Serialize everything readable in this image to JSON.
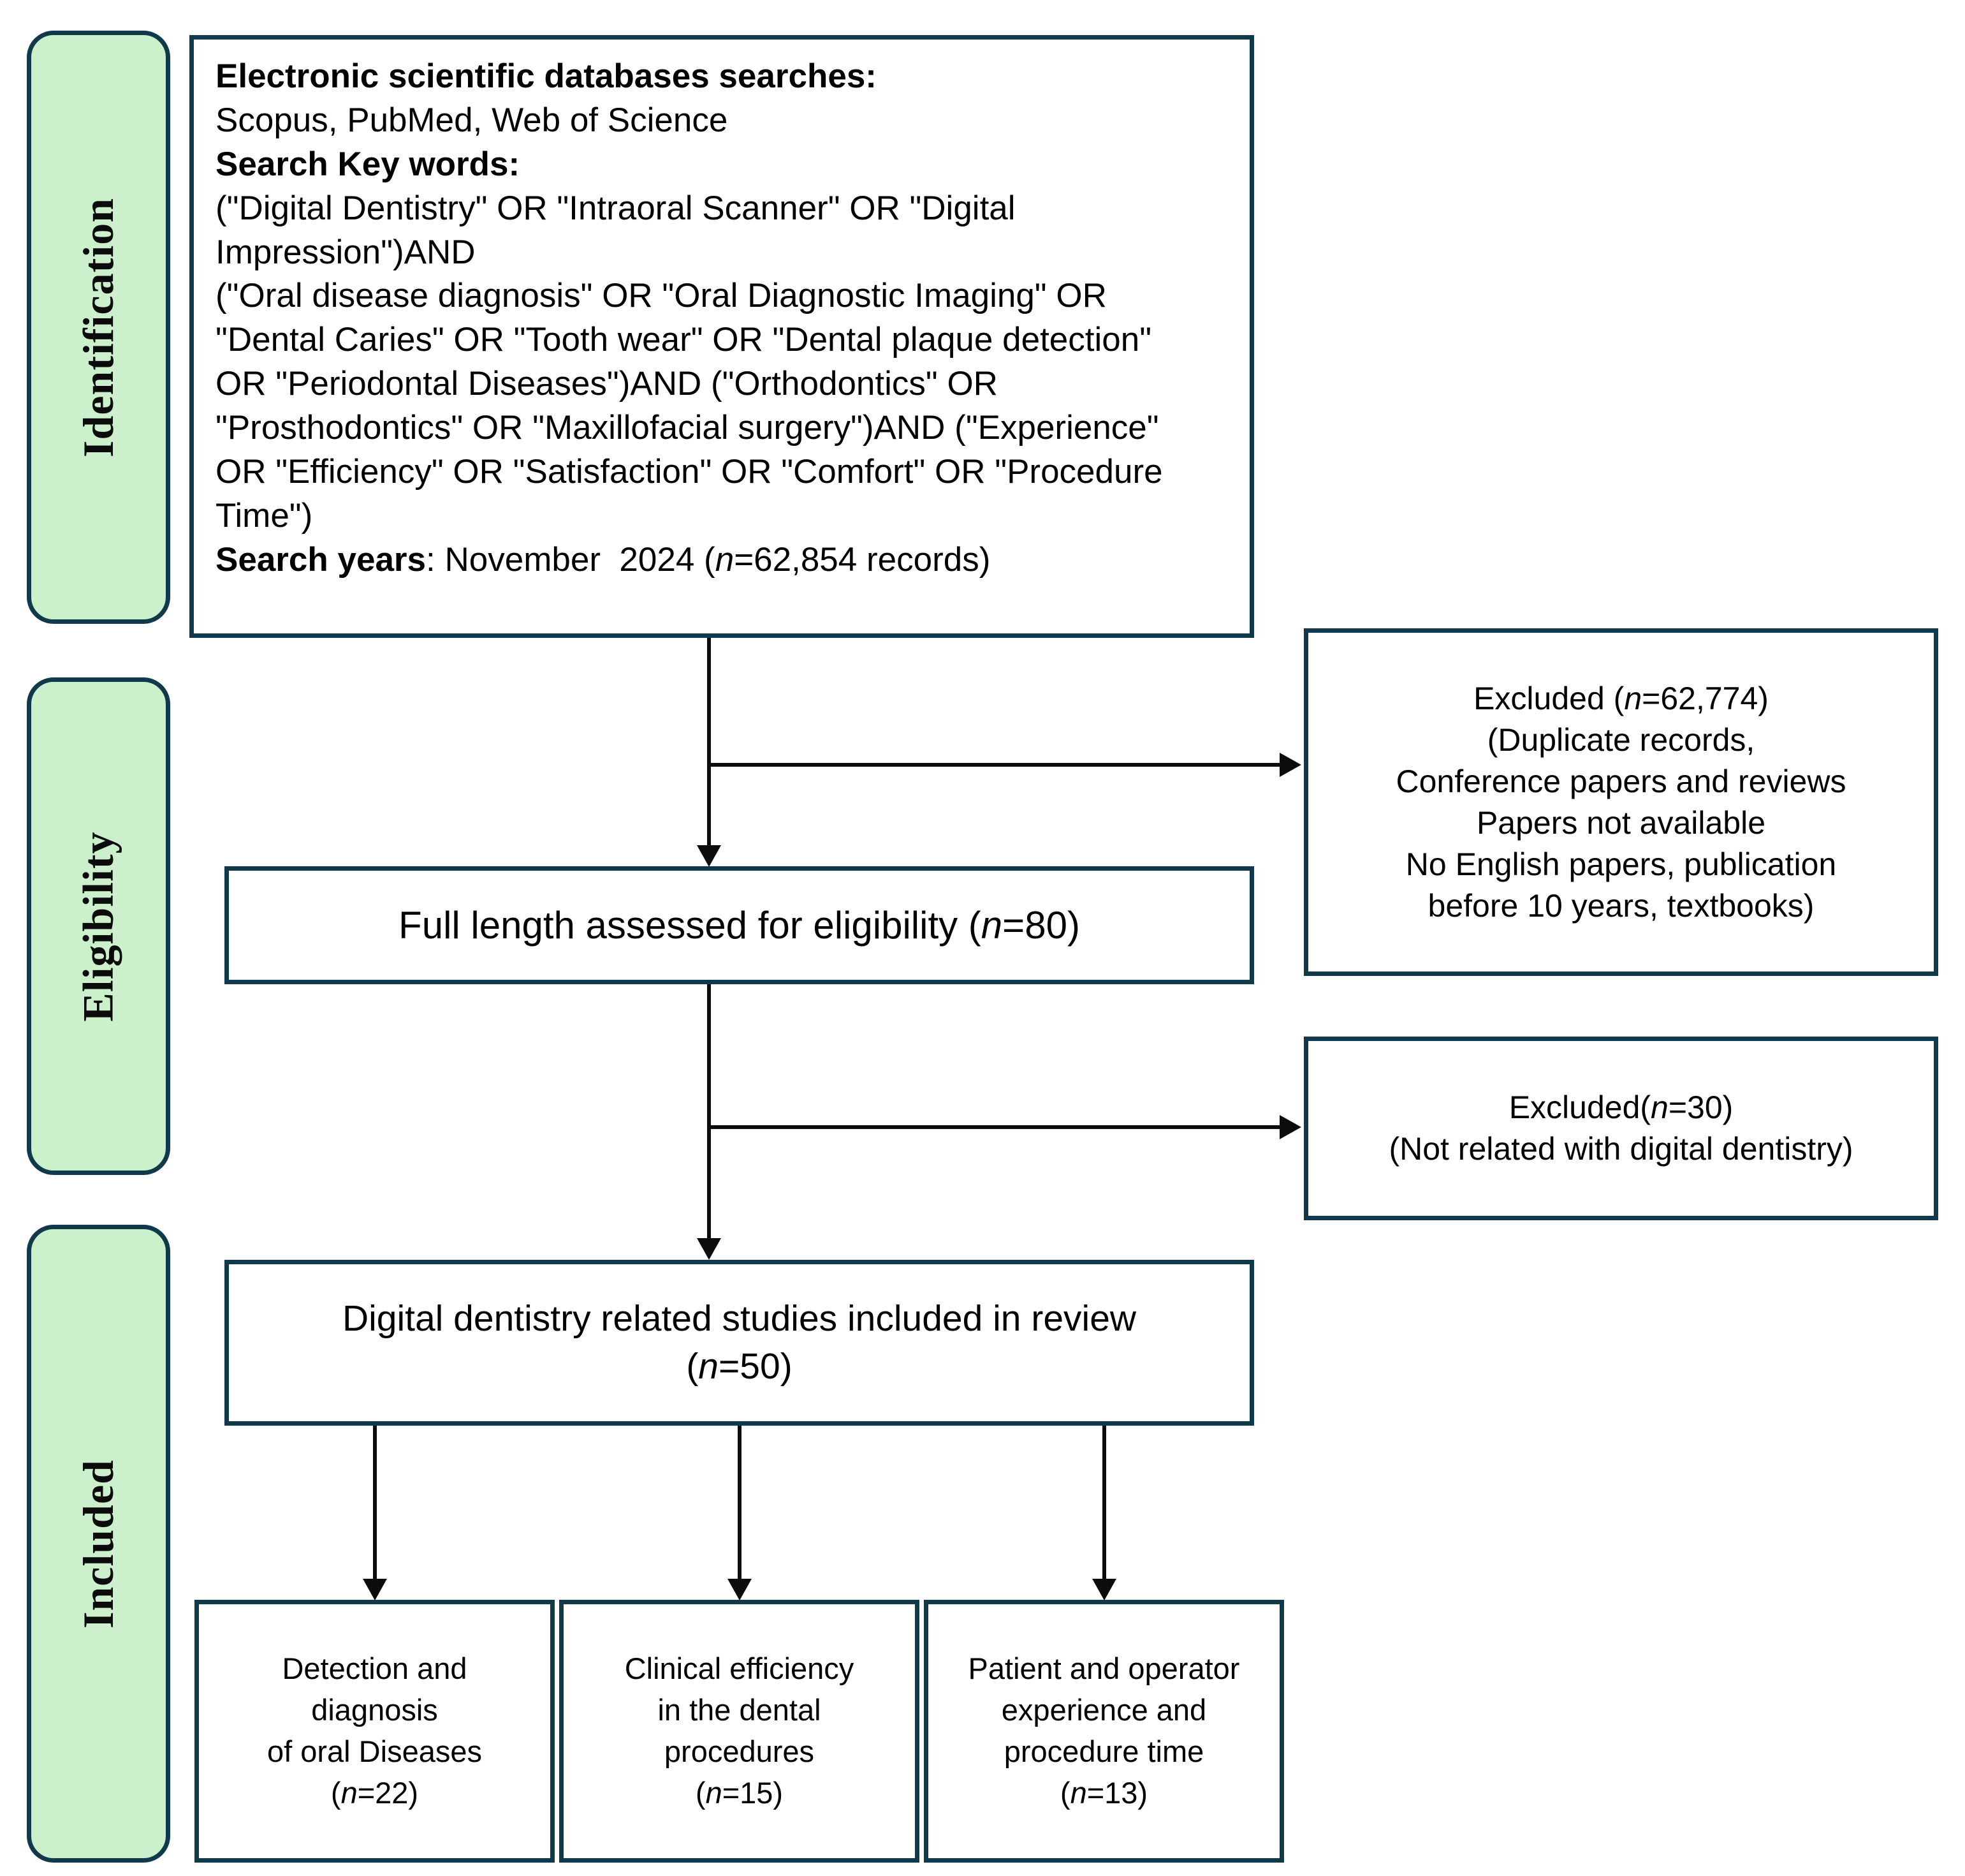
{
  "diagram": {
    "title": "PRISMA flow diagram of study selection for digital dentistry review",
    "border_color": "#103a4b",
    "stage_fill_color": "#cdf0cc",
    "connector_color": "#0c0c0c"
  },
  "stages": [
    {
      "id": "identification",
      "label": "Identification"
    },
    {
      "id": "eligibility",
      "label": "Eligibility"
    },
    {
      "id": "included",
      "label": "Included"
    }
  ],
  "search_box": {
    "heading_databases": "Electronic scientific databases searches:",
    "databases": "Scopus, PubMed, Web of Science",
    "heading_keywords": "Search Key words:",
    "query_lines": [
      "(\"Digital Dentistry\" OR \"Intraoral Scanner\" OR \"Digital",
      "Impression\")AND",
      "(\"Oral disease diagnosis\" OR \"Oral Diagnostic Imaging\" OR",
      "\"Dental Caries\" OR \"Tooth wear\" OR \"Dental plaque detection\"",
      "OR \"Periodontal Diseases\")AND (\"Orthodontics\" OR",
      "\"Prosthodontics\" OR \"Maxillofacial surgery\")AND (\"Experience\"",
      "OR \"Efficiency\" OR \"Satisfaction\" OR \"Comfort\" OR \"Procedure",
      "Time\")"
    ],
    "search_years_label": "Search years",
    "search_years_value": ": November  2024 (",
    "search_years_n_italic": "n",
    "search_years_n_rest": "=62,854 records)"
  },
  "excluded_1": {
    "lines": [
      "Excluded (",
      "(Duplicate records,",
      "Conference papers and reviews",
      "Papers not available",
      "No English papers, publication",
      "before 10 years, textbooks)"
    ],
    "first_line_prefix": "Excluded (",
    "first_line_italic": "n",
    "first_line_suffix": "=62,774)"
  },
  "eligibility_box": {
    "prefix": "Full length assessed for eligibility (",
    "italic": "n",
    "suffix": "=80)"
  },
  "excluded_2": {
    "line1_prefix": "Excluded(",
    "line1_italic": "n",
    "line1_suffix": "=30)",
    "line2": "(Not related with digital dentistry)"
  },
  "included_box": {
    "line1": "Digital dentistry related studies included in review",
    "line2_prefix": "(",
    "line2_italic": "n",
    "line2_suffix": "=50)"
  },
  "leaf_boxes": [
    {
      "id": "detection-diagnosis",
      "lines": [
        "Detection and",
        "diagnosis",
        "of oral Diseases"
      ],
      "count_prefix": "(",
      "count_italic": "n",
      "count_suffix": "=22)"
    },
    {
      "id": "clinical-efficiency",
      "lines": [
        "Clinical efficiency",
        "in the dental",
        "procedures"
      ],
      "count_prefix": "(",
      "count_italic": "n",
      "count_suffix": "=15)"
    },
    {
      "id": "patient-operator-experience",
      "lines": [
        "Patient and operator",
        "experience and",
        "procedure time"
      ],
      "count_prefix": "(",
      "count_italic": "n",
      "count_suffix": "=13)"
    }
  ]
}
